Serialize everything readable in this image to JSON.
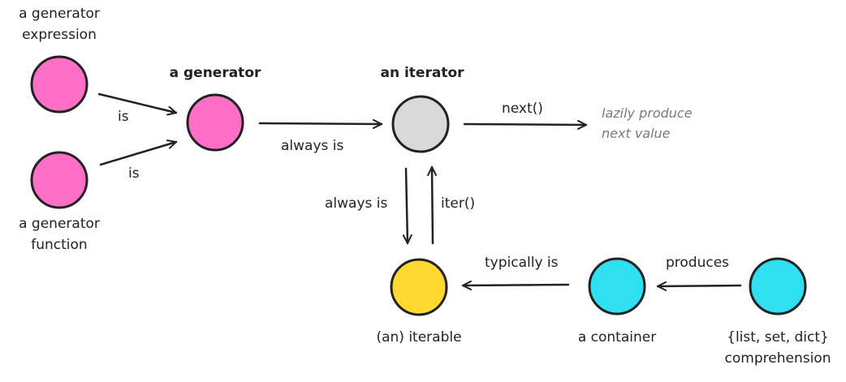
{
  "colors": {
    "generator": "#ff6ec7",
    "iterator": "#d9d9d9",
    "iterable": "#ffd92e",
    "container": "#2ee0f2",
    "stroke": "#222222"
  },
  "nodes": {
    "generator_expression": {
      "label": "a generator\nexpression"
    },
    "generator_function": {
      "label": "a generator\nfunction"
    },
    "generator": {
      "label": "a generator"
    },
    "iterator": {
      "label": "an iterator"
    },
    "iterable": {
      "label": "(an) iterable"
    },
    "container": {
      "label": "a container"
    },
    "comprehension": {
      "label": "{list, set, dict}\ncomprehension"
    }
  },
  "edges": {
    "expr_to_generator": "is",
    "func_to_generator": "is",
    "generator_to_iterator": "always is",
    "iterator_next": "next()",
    "iterator_to_iterable": "always is",
    "iterable_to_iterator": "iter()",
    "container_to_iterable": "typically is",
    "comprehension_to_container": "produces"
  },
  "annotations": {
    "lazy": "lazily produce\nnext value"
  }
}
